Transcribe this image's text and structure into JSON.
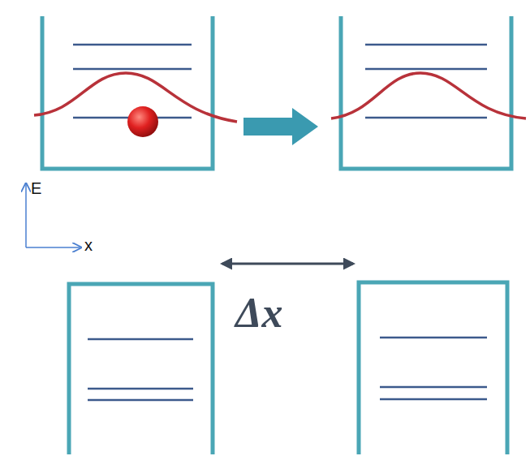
{
  "diagram": {
    "labels": [
      "E",
      "x",
      "Δx"
    ]
  }
}
